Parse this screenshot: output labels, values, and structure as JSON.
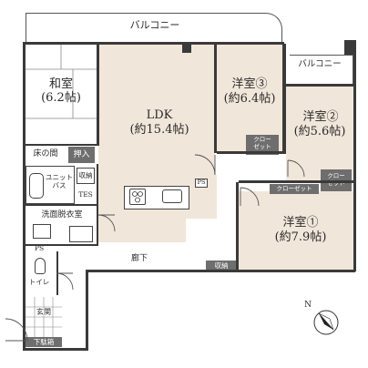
{
  "labels": {
    "balcony_main": "バルコニー",
    "balcony_side": "バルコニー",
    "washitsu": "和室",
    "washitsu_size": "(6.2帖)",
    "ldk": "LDK",
    "ldk_size": "(約15.4帖)",
    "youshitsu3": "洋室③",
    "youshitsu3_size": "(約6.4帖)",
    "youshitsu2": "洋室②",
    "youshitsu2_size": "(約5.6帖)",
    "youshitsu1": "洋室①",
    "youshitsu1_size": "(約7.9帖)",
    "tokonoma": "床の間",
    "oshiire": "押入",
    "unit_bath": "ユニット\nバス",
    "shuunou_bath": "収納",
    "tes": "TES",
    "ps_kitchen": "PS",
    "senmen": "洗面脱衣室",
    "ps_toilet": "PS",
    "toilet": "トイレ",
    "genkan": "玄関",
    "getabako": "下駄箱",
    "rouka": "廊下",
    "shuunou_hall": "収納",
    "closet3": "クロー\nゼット",
    "closet2": "クロー\nゼット",
    "closet1": "クローゼット",
    "north": "N"
  },
  "colors": {
    "room_fill": "#f1e6da",
    "wet_fill": "#ffffff",
    "wall": "#3a3a3a",
    "storage": "#6e6e6e",
    "balcony": "#ffffff"
  }
}
